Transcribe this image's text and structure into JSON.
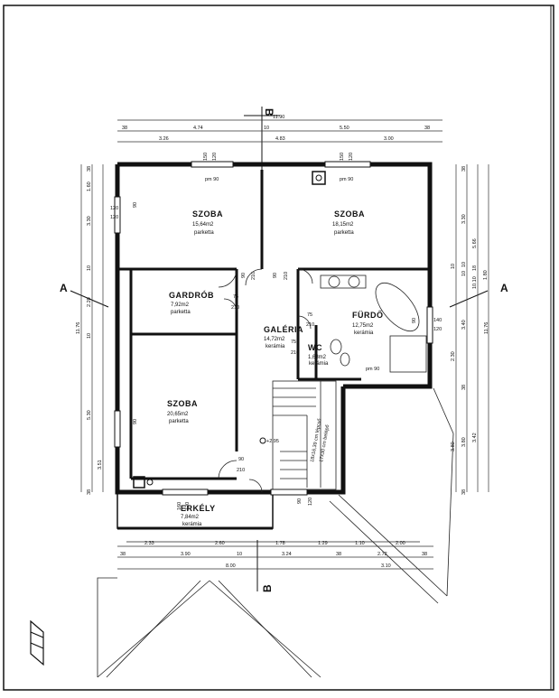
{
  "rooms": {
    "szoba1": {
      "name": "SZOBA",
      "area": "15,64m2",
      "floor": "parketta"
    },
    "szoba2": {
      "name": "SZOBA",
      "area": "18,15m2",
      "floor": "parketta"
    },
    "gardrob": {
      "name": "GARDRÓB",
      "area": "7,92m2",
      "floor": "parketta"
    },
    "galeria": {
      "name": "GALÉRIA",
      "area": "14,72m2",
      "floor": "kerámia"
    },
    "furdo": {
      "name": "FÜRDŐ",
      "area": "12,75m2",
      "floor": "kerámia"
    },
    "wc": {
      "name": "WC",
      "area": "1,68m2",
      "floor": "kerámia"
    },
    "szoba3": {
      "name": "SZOBA",
      "area": "20,65m2",
      "floor": "parketta"
    },
    "erkely": {
      "name": "ERKÉLY",
      "area": "7,84m2",
      "floor": "kerámia"
    }
  },
  "sections": {
    "a_left": "A",
    "a_right": "A",
    "b_top": "B",
    "b_bottom": "B"
  },
  "stair": {
    "label1": "18x16,39 cm lépcső",
    "label2": "17x30 cm belépő",
    "level": "+2,95"
  },
  "openings": {
    "pm90_1": "pm 90",
    "pm90_2": "pm 90",
    "pm90_3": "pm 90",
    "d90_210_a": "90",
    "d210_a": "210",
    "d90_210_b": "90",
    "d210_b": "210",
    "d75_210_a": "75",
    "d210_c": "210",
    "d75_210_b": "75",
    "d210_d": "210",
    "d75_210_c": "75",
    "d210_e": "210",
    "d90_210_c": "90",
    "d210_f": "210",
    "d140": "140",
    "d120_furdo": "120",
    "d90_furdo": "90",
    "w120_a": "120",
    "w120_b": "120",
    "w150_a": "150",
    "w120_c": "120",
    "w150_b": "150",
    "w120_d": "120",
    "w160": "160",
    "w120_e": "120",
    "w90_left1": "90",
    "w90_left2": "90",
    "w90_erk": "90",
    "w120_erk": "120"
  },
  "dimensions_top": {
    "total": "11.90",
    "row1": [
      "38",
      "4.74",
      "10",
      "5.50",
      "38"
    ],
    "row2": [
      "3.26",
      "4.83",
      "3.00"
    ]
  },
  "dimensions_bottom": {
    "row1": [
      "2.33",
      "2.60",
      "1.78",
      "1.29",
      "1.10",
      "2.00"
    ],
    "row2": [
      "38",
      "3.90",
      "10",
      "3.24",
      "38",
      "2.72",
      "38"
    ],
    "row3": [
      "8.00",
      "3.10"
    ]
  },
  "dimensions_left": {
    "total": "11.76",
    "row1": [
      "38",
      "1.60",
      "3.30",
      "10",
      "2.20",
      "10",
      "5.30",
      "38"
    ],
    "row2": [
      "3.51"
    ]
  },
  "dimensions_right": {
    "total": "11.76",
    "row1": [
      "38",
      "3.30",
      "10",
      "10",
      "3.40",
      "38",
      "3.80",
      "38"
    ],
    "row2": [
      "5.66",
      "2.30",
      "3.42",
      "3.80"
    ],
    "small": [
      "10.10",
      "18",
      "1.80",
      "10"
    ]
  }
}
